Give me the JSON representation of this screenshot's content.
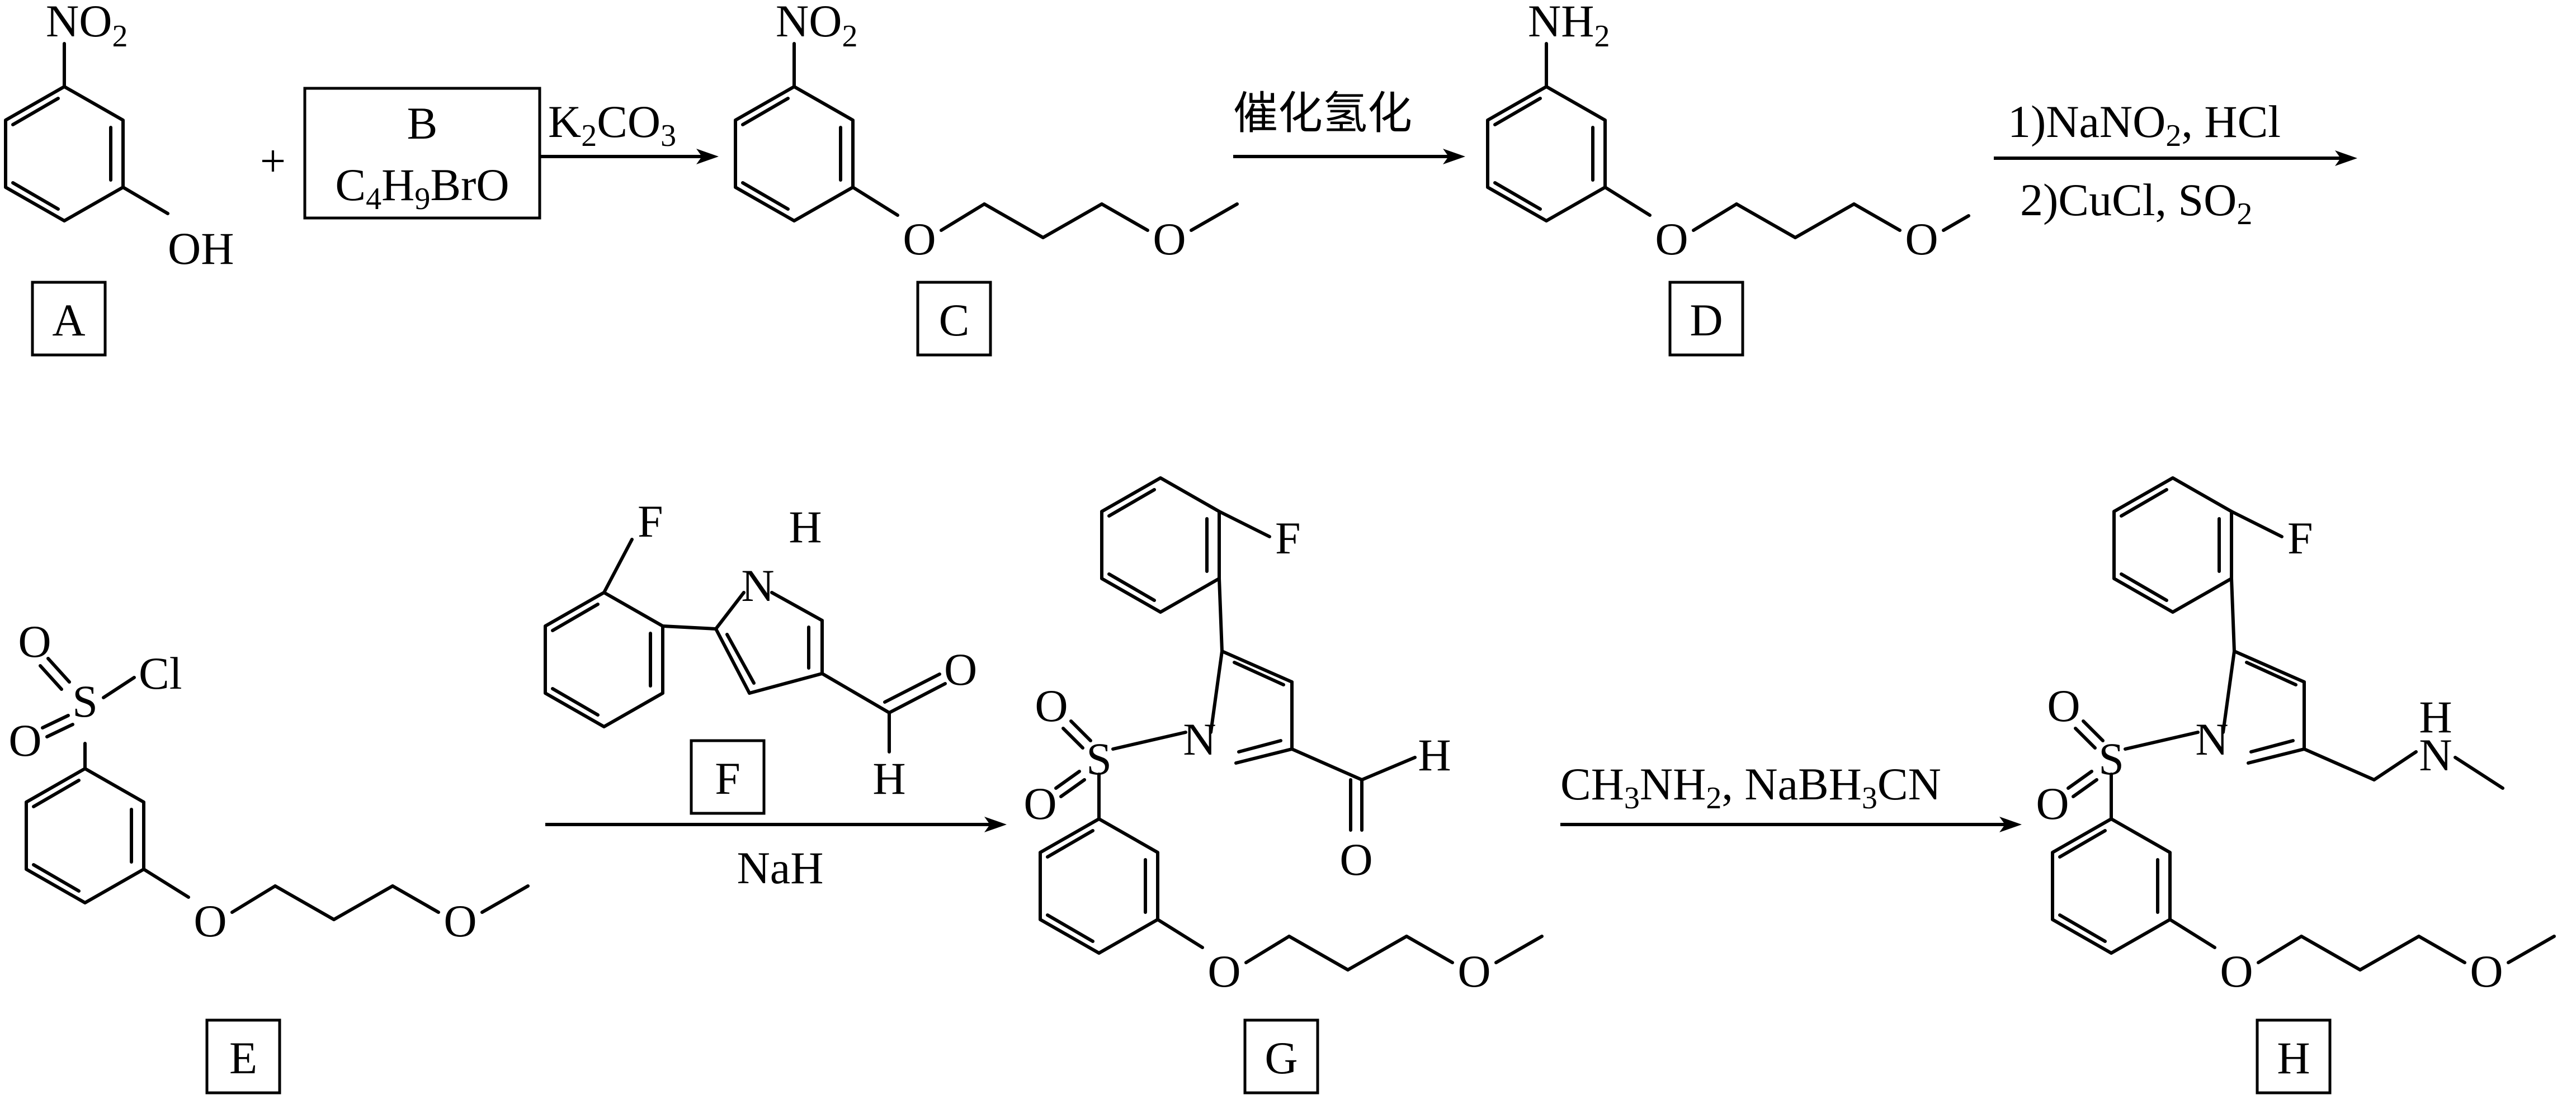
{
  "compound_labels": {
    "A": "A",
    "C": "C",
    "D": "D",
    "E": "E",
    "F": "F",
    "G": "G",
    "H": "H"
  },
  "reagent_B": {
    "label": "B",
    "formula": {
      "C": "C",
      "n1": "4",
      "H": "H",
      "n2": "9",
      "rest": "BrO"
    }
  },
  "plus": "+",
  "atoms": {
    "nitro": {
      "N": "NO",
      "sub": "2"
    },
    "amino": {
      "N": "NH",
      "sub": "2"
    },
    "hydroxyl": "OH",
    "oxygen": "O",
    "fluorine": "F",
    "chlorine": "Cl",
    "sulfur": "S",
    "nitrogen": "N",
    "hydrogen": "H"
  },
  "arrows": {
    "step1": {
      "reagent": {
        "a": "K",
        "a_sub": "2",
        "b": "CO",
        "b_sub": "3"
      }
    },
    "step2": {
      "reagent": "催化氢化"
    },
    "step3": {
      "line1": {
        "a": "1)NaNO",
        "a_sub": "2",
        "b": ", HCl"
      },
      "line2": {
        "a": "2)CuCl, SO",
        "a_sub": "2"
      }
    },
    "step4": {
      "below": "NaH"
    },
    "step5": {
      "reagent": {
        "a": "CH",
        "a_sub": "3",
        "b": "NH",
        "b_sub": "2",
        "c": ", NaBH",
        "c_sub": "3",
        "d": "CN"
      }
    }
  }
}
